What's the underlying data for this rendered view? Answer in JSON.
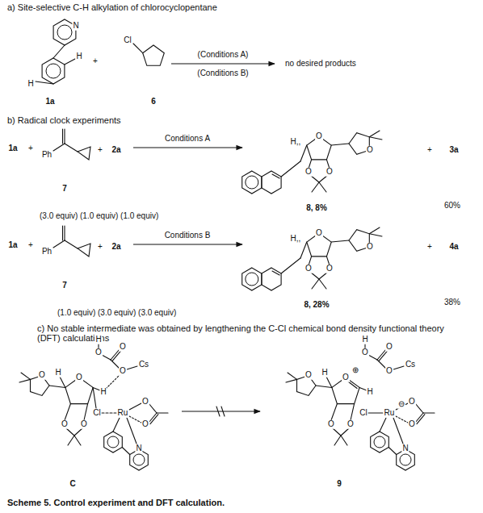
{
  "diagram": {
    "caption": "Scheme 5. Control experiment and DFT calculation.",
    "labels": [
      "a) Site-selective C-H alkylation of chlorocyclopentane",
      "N",
      "H",
      "H",
      "1a",
      "+",
      "Cl",
      "6",
      "(Conditions A)",
      "(Conditions B)",
      "no desired products",
      "b) Radical clock experiments",
      "1a",
      "+",
      "Ph",
      "+",
      "2a",
      "Conditions A",
      "H,,",
      "O",
      "O",
      "O",
      "O",
      "8, 8%",
      "+",
      "3a",
      "60%",
      "7",
      "(3.0 equiv) (1.0 equiv) (1.0 equiv)",
      "1a",
      "+",
      "Ph",
      "+",
      "2a",
      "Conditions B",
      "H,,",
      "O",
      "O",
      "O",
      "O",
      "8, 28%",
      "+",
      "4a",
      "38%",
      "7",
      "(1.0 equiv) (3.0 equiv) (3.0 equiv)",
      "c) No stable intermediate was obtained by lengthening the C-Cl chemical bond density functional theory (DFT) calculations",
      "H",
      "O",
      "O",
      "Cs",
      "O",
      "H",
      "O",
      "H",
      "Cl",
      "Ru",
      "O",
      "O",
      "O",
      "O",
      "O",
      "N",
      "C",
      "H",
      "O",
      "O",
      "Cs",
      "O",
      "H",
      "O",
      "⊕",
      "H",
      "Cl",
      "Ru",
      "⊖",
      "O",
      "O",
      "O",
      "O",
      "O",
      "N",
      "9"
    ]
  }
}
